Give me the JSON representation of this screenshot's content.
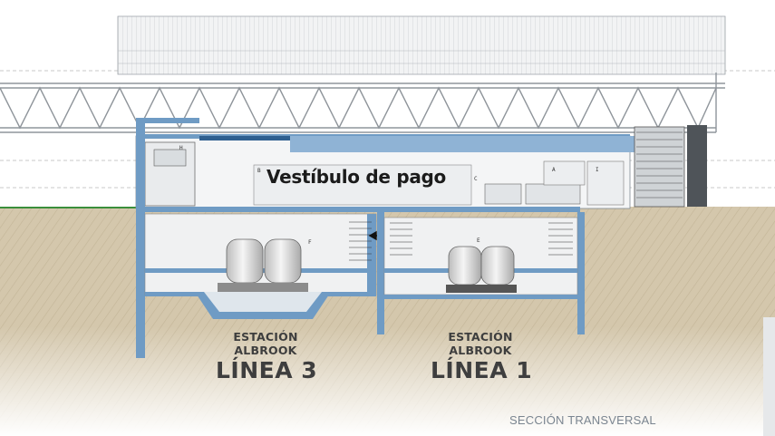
{
  "vestibule": {
    "label": "Vestíbulo de pago"
  },
  "station_l3": {
    "line1": "ESTACIÓN",
    "line2": "ALBROOK",
    "name": "LÍNEA 3"
  },
  "station_l1": {
    "line1": "ESTACIÓN",
    "line2": "ALBROOK",
    "name": "LÍNEA 1"
  },
  "caption": "SECCIÓN TRANSVERSAL",
  "room_tags": [
    "H",
    "B",
    "C",
    "A",
    "I",
    "F",
    "E"
  ],
  "colors": {
    "structure": "#6f9bc4",
    "structure_dark": "#2f5f8f",
    "ground": "#cfc1a4",
    "truss": "#9aa0a6",
    "rail_green": "#3b8f3b"
  }
}
